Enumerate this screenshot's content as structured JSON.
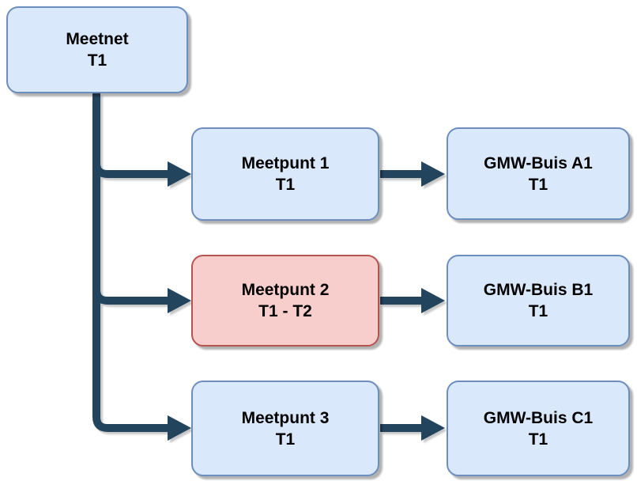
{
  "diagram": {
    "type": "flowchart-tree",
    "nodes": [
      {
        "id": "meetnet",
        "label_line1": "Meetnet",
        "label_line2": "T1",
        "variant": "blue"
      },
      {
        "id": "meetpunt1",
        "label_line1": "Meetpunt 1",
        "label_line2": "T1",
        "variant": "blue"
      },
      {
        "id": "meetpunt2",
        "label_line1": "Meetpunt 2",
        "label_line2": "T1 - T2",
        "variant": "red"
      },
      {
        "id": "meetpunt3",
        "label_line1": "Meetpunt 3",
        "label_line2": "T1",
        "variant": "blue"
      },
      {
        "id": "gmw-a1",
        "label_line1": "GMW-Buis A1",
        "label_line2": "T1",
        "variant": "blue"
      },
      {
        "id": "gmw-b1",
        "label_line1": "GMW-Buis B1",
        "label_line2": "T1",
        "variant": "blue"
      },
      {
        "id": "gmw-c1",
        "label_line1": "GMW-Buis C1",
        "label_line2": "T1",
        "variant": "blue"
      }
    ],
    "edges": [
      {
        "from": "Meetnet",
        "to": "Meetpunt 1",
        "arrow": "filled-triangle"
      },
      {
        "from": "Meetnet",
        "to": "Meetpunt 2",
        "arrow": "filled-triangle"
      },
      {
        "from": "Meetnet",
        "to": "Meetpunt 3",
        "arrow": "filled-triangle"
      },
      {
        "from": "Meetpunt 1",
        "to": "GMW-Buis A1",
        "arrow": "filled-triangle"
      },
      {
        "from": "Meetpunt 2",
        "to": "GMW-Buis B1",
        "arrow": "filled-triangle"
      },
      {
        "from": "Meetpunt 3",
        "to": "GMW-Buis C1",
        "arrow": "filled-triangle"
      }
    ],
    "colors": {
      "node_fill_blue": "#dae8fc",
      "node_border_blue": "#6c8ebf",
      "node_fill_red": "#f8cecc",
      "node_border_red": "#b85450",
      "connector": "#23445d",
      "text": "#000000",
      "background": "#ffffff"
    }
  }
}
